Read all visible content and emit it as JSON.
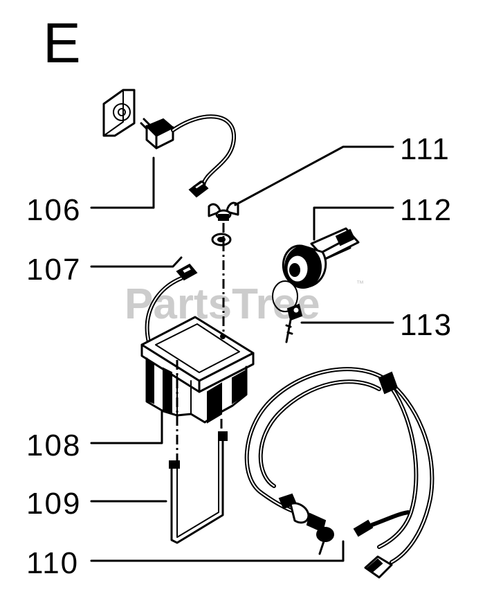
{
  "section_label": "E",
  "watermark": {
    "text": "PartsTree",
    "trademark": "™"
  },
  "callouts": [
    {
      "id": "106",
      "label": "106"
    },
    {
      "id": "107",
      "label": "107"
    },
    {
      "id": "108",
      "label": "108"
    },
    {
      "id": "109",
      "label": "109"
    },
    {
      "id": "110",
      "label": "110"
    },
    {
      "id": "111",
      "label": "111"
    },
    {
      "id": "112",
      "label": "112"
    },
    {
      "id": "113",
      "label": "113"
    }
  ]
}
